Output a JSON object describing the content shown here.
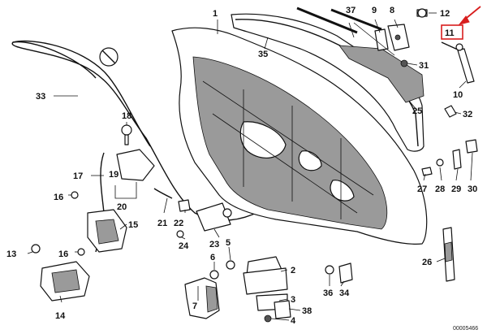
{
  "diagram": {
    "callouts": [
      "1",
      "2",
      "3",
      "4",
      "5",
      "6",
      "7",
      "8",
      "9",
      "10",
      "11",
      "12",
      "13",
      "14",
      "15",
      "16",
      "16",
      "17",
      "18",
      "19",
      "20",
      "21",
      "22",
      "23",
      "24",
      "25",
      "26",
      "27",
      "28",
      "29",
      "30",
      "31",
      "32",
      "33",
      "34",
      "35",
      "36",
      "37",
      "38"
    ],
    "highlighted_callout": "11",
    "highlight_color": "#d81e1e",
    "reference_number": "00005466"
  }
}
